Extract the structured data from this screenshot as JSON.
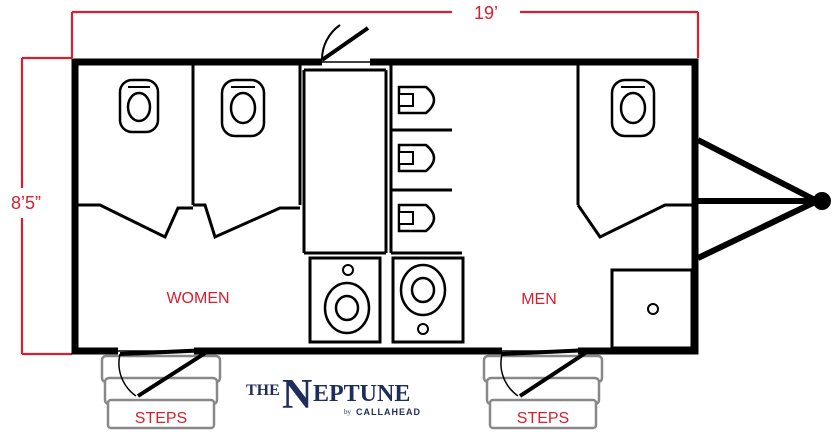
{
  "dimensions": {
    "length": "19’",
    "width": "8’5”"
  },
  "rooms": {
    "women": "WOMEN",
    "men": "MEN"
  },
  "steps": {
    "left": "STEPS",
    "right": "STEPS"
  },
  "logo": {
    "the": "THE",
    "n": "N",
    "eptune": "EPTUNE",
    "by": "by",
    "company": "CALLAHEAD"
  },
  "colors": {
    "dimension": "#d6202f",
    "logo": "#1f2d5c",
    "walls": "#000000",
    "steps": "#888888"
  }
}
